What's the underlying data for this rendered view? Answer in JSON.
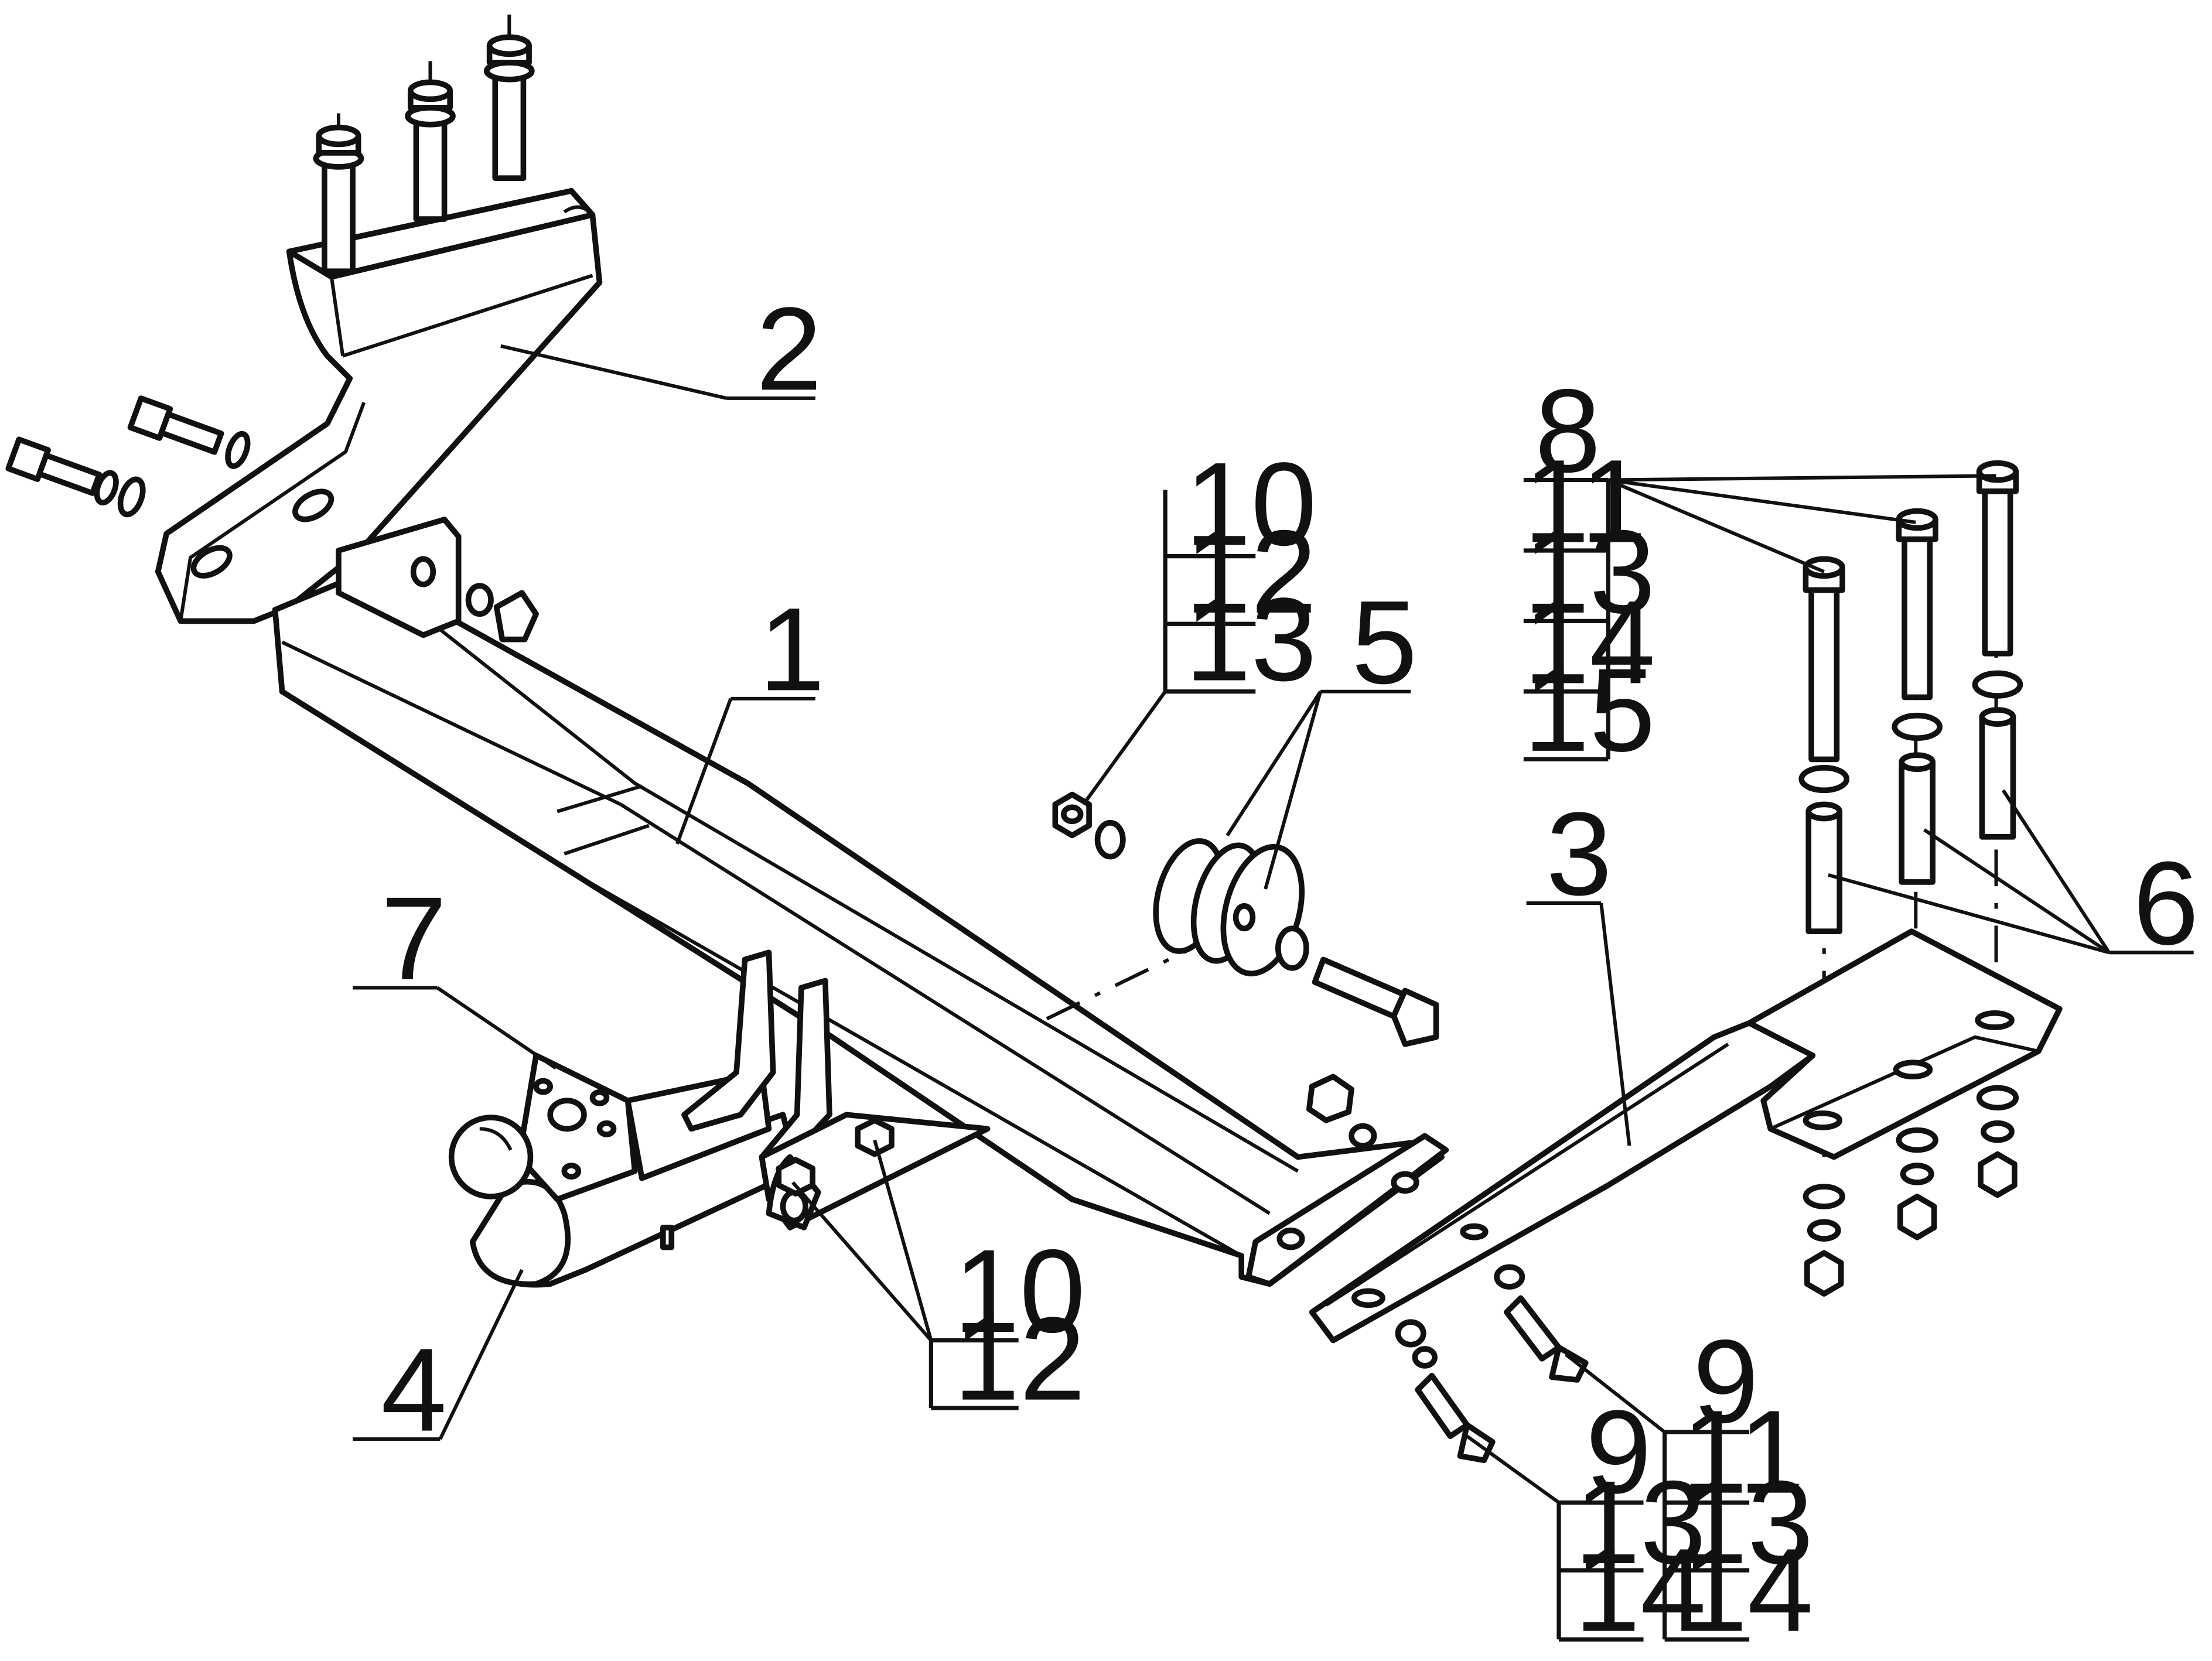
{
  "labels": {
    "p1": "1",
    "p2": "2",
    "p3": "3",
    "p4": "4",
    "p5": "5",
    "p6": "6",
    "p7": "7",
    "g10a": [
      "10",
      "12",
      "13"
    ],
    "g8": [
      "8",
      "11",
      "13",
      "14",
      "15"
    ],
    "g10b": [
      "10",
      "12"
    ],
    "g9a": [
      "9",
      "13",
      "14"
    ],
    "g9b": [
      "9",
      "11",
      "13",
      "14"
    ]
  }
}
